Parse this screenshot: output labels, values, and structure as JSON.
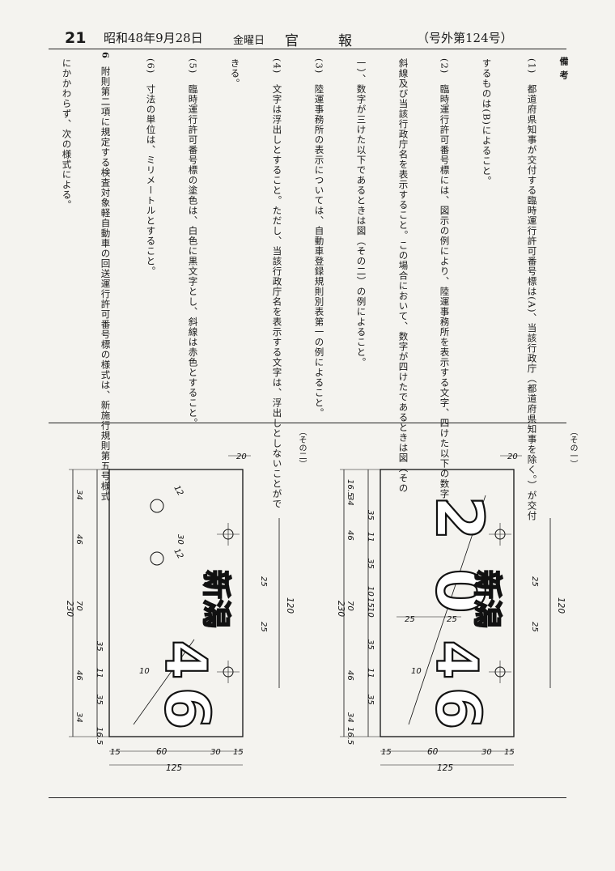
{
  "header": {
    "page_number": "21",
    "date": "昭和48年9月28日",
    "weekday": "金曜日",
    "title_part1": "官",
    "title_part2": "報",
    "issue": "（号外第124号）"
  },
  "notes": {
    "heading": "備考",
    "columns": [
      "(1)　都道府県知事が交付する臨時運行許可番号標は(A)、当該行政庁（都道府県知事を除く。）が交付",
      "するものは(B)によること。",
      "(2)　臨時運行許可番号標には、図示の例により、陸運事務所を表示する文字、四けた以下の数字、",
      "斜線及び当該行政庁名を表示すること。この場合において、数字が四けたであるときは図（その",
      "一）、数字が三けた以下であるときは図（その二）の例によること。",
      "(3)　陸運事務所の表示については、自動車登録規則別表第一の例によること。",
      "(4)　文字は浮出しとすること。ただし、当該行政庁名を表示する文字は、浮出しとしないことがで",
      "きる。",
      "(5)　臨時運行許可番号標の塗色は、白色に黒文字とし、斜線は赤色とすること。",
      "(6)　寸法の単位は、ミリメートルとすること。",
      "6",
      "附則第二項に規定する検査対象軽自動車の回送運行許可番号標の様式は、新施行規則第五号様式",
      "にかかわらず、次の様式による。"
    ]
  },
  "figures": {
    "fig1_label": "（その一）",
    "fig2_label": "（その二）",
    "fig1_plate_text": "20-46",
    "fig2_plate_text": "46",
    "office_text": "新潟",
    "dims_left": [
      "16.5",
      "34",
      "35",
      "46",
      "11",
      "35",
      "10",
      "15",
      "10",
      "70",
      "35",
      "11",
      "46",
      "35",
      "34",
      "16.5",
      "230"
    ],
    "dims_left_fig2": [
      "34",
      "46",
      "70",
      "35",
      "11",
      "46",
      "35",
      "34",
      "16.5",
      "230"
    ],
    "dims_top": [
      "20",
      "25",
      "120",
      "25"
    ],
    "dims_mid": [
      "25",
      "25"
    ],
    "dims_bottom": [
      "15",
      "60",
      "30",
      "15",
      "125"
    ],
    "dims_misc": [
      "10",
      "12",
      "30",
      "12"
    ]
  }
}
